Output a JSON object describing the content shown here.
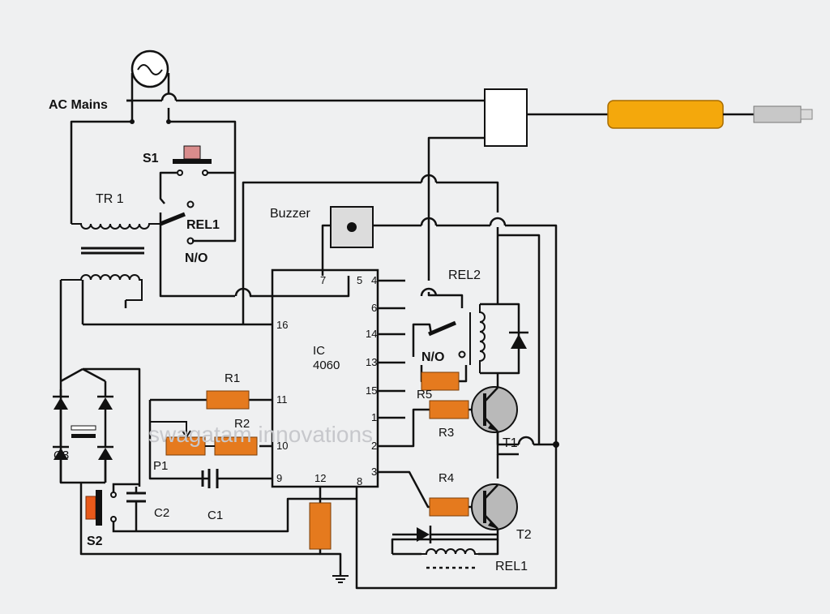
{
  "labels": {
    "ac_mains": "AC Mains",
    "s1": "S1",
    "tr1": "TR 1",
    "rel1_top": "REL1",
    "no_top": "N/O",
    "buzzer": "Buzzer",
    "rel2": "REL2",
    "no_mid": "N/O",
    "ic_name": "IC",
    "ic_part": "4060",
    "r1": "R1",
    "r2": "R2",
    "r3": "R3",
    "r4": "R4",
    "r5": "R5",
    "p1": "P1",
    "c1": "C1",
    "c2": "C2",
    "c3": "C3",
    "s2": "S2",
    "t1": "T1",
    "t2": "T2",
    "rel1_bottom": "REL1",
    "watermark": "swagatam innovations"
  },
  "ic_pins": {
    "p7": "7",
    "p5": "5",
    "p4": "4",
    "p6": "6",
    "p14": "14",
    "p13": "13",
    "p15": "15",
    "p1": "1",
    "p2": "2",
    "p3": "3",
    "p16": "16",
    "p11": "11",
    "p10": "10",
    "p9": "9",
    "p12": "12",
    "p8": "8"
  },
  "colors": {
    "resistor": "#e57a1e",
    "probe": "#f4a80c",
    "switch_cap": "#d98c8c",
    "s2_button": "#e8591a",
    "transistor": "#b9b9b9",
    "wire": "#111111",
    "background": "#eff0f1"
  }
}
